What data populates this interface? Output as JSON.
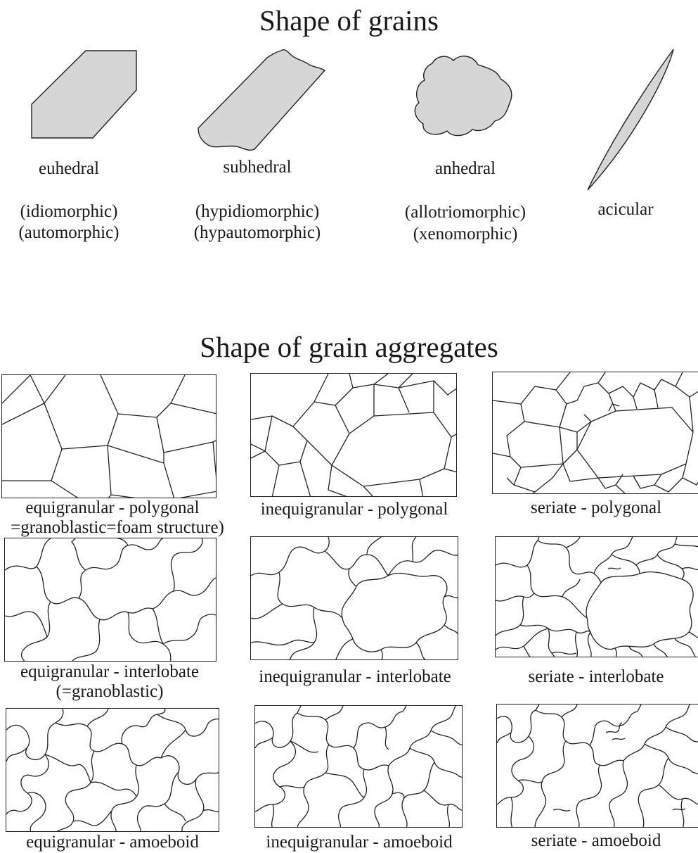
{
  "grains": {
    "title": "Shape of grains",
    "items": [
      {
        "name": "euhedral",
        "alt": [
          "(idiomorphic)",
          "(automorphic)"
        ]
      },
      {
        "name": "subhedral",
        "alt": [
          "(hypidiomorphic)",
          "(hypautomorphic)"
        ]
      },
      {
        "name": "anhedral",
        "alt": [
          "(allotriomorphic)",
          "(xenomorphic)"
        ]
      },
      {
        "name": "acicular",
        "alt": []
      }
    ]
  },
  "aggregates": {
    "title": "Shape of grain aggregates",
    "panels": [
      {
        "caption": [
          "equigranular - polygonal",
          "=granoblastic=foam structure)"
        ]
      },
      {
        "caption": [
          "inequigranular - polygonal"
        ]
      },
      {
        "caption": [
          "seriate - polygonal"
        ]
      },
      {
        "caption": [
          "equigranular - interlobate",
          "(=granoblastic)"
        ]
      },
      {
        "caption": [
          "inequigranular - interlobate"
        ]
      },
      {
        "caption": [
          "seriate - interlobate"
        ]
      },
      {
        "caption": [
          "equigranular - amoeboid"
        ]
      },
      {
        "caption": [
          "inequigranular - amoeboid"
        ]
      },
      {
        "caption": [
          "seriate - amoeboid"
        ]
      }
    ]
  },
  "colors": {
    "grain_fill": "#d6d6d6",
    "line": "#222222"
  }
}
